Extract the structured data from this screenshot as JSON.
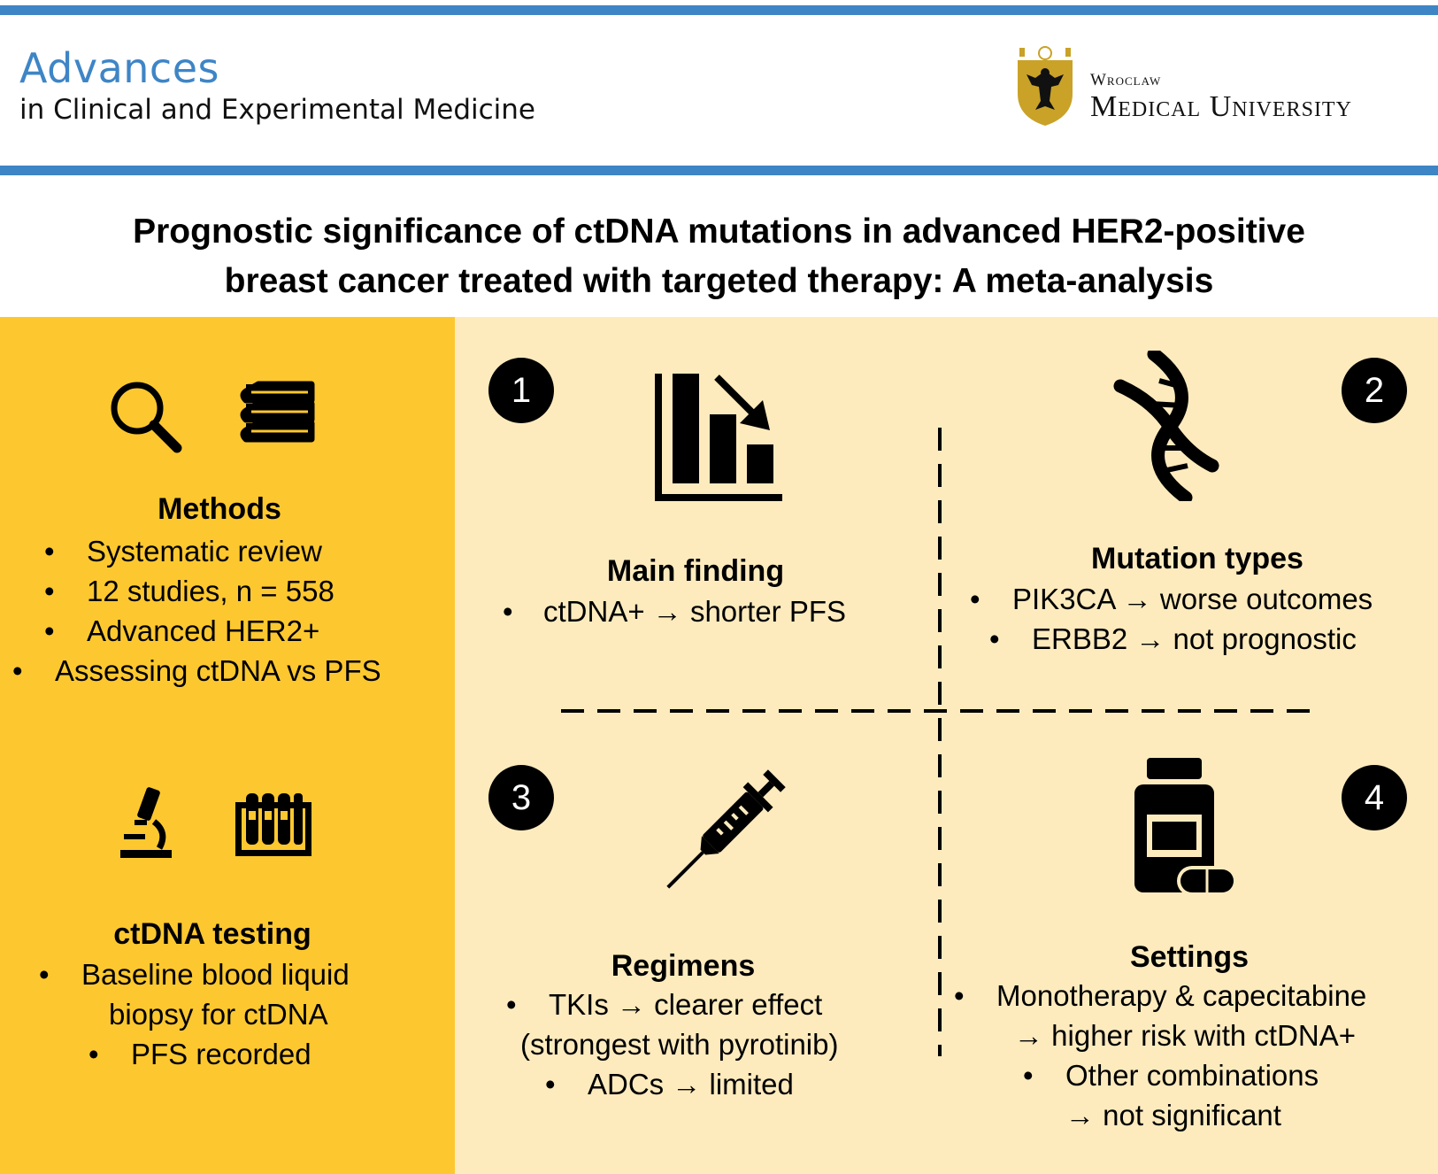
{
  "header": {
    "journal_name": "Advances",
    "journal_subtitle": "in Clinical and Experimental Medicine",
    "university_line1": "Wroclaw",
    "university_line2": "Medical University"
  },
  "title": {
    "line1": "Prognostic significance of ctDNA mutations in advanced HER2-positive",
    "line2": "breast cancer treated with targeted therapy: A meta-analysis"
  },
  "methods": {
    "heading": "Methods",
    "items": [
      "Systematic review",
      "12 studies, n = 558",
      "Advanced HER2+",
      "Assessing ctDNA vs PFS"
    ]
  },
  "testing": {
    "heading": "ctDNA testing",
    "items": [
      "Baseline blood liquid",
      "biopsy for ctDNA",
      "PFS recorded"
    ]
  },
  "q1": {
    "number": "1",
    "heading": "Main finding",
    "items": [
      "ctDNA+ → shorter PFS"
    ]
  },
  "q2": {
    "number": "2",
    "heading": "Mutation types",
    "items": [
      "PIK3CA → worse outcomes",
      "ERBB2 → not prognostic"
    ]
  },
  "q3": {
    "number": "3",
    "heading": "Regimens",
    "items": [
      "TKIs → clearer effect",
      "(strongest with pyrotinib)",
      "ADCs → limited"
    ]
  },
  "q4": {
    "number": "4",
    "heading": "Settings",
    "items": [
      "Monotherapy & capecitabine",
      "→ higher risk with ctDNA+",
      "Other combinations",
      "→ not significant"
    ]
  },
  "bullet": "•",
  "colors": {
    "accent_blue": "#3e85c6",
    "panel_left": "#fdc82f",
    "panel_right": "#fdebbe",
    "logo_gold": "#c9a227"
  },
  "icons": [
    "magnifier-icon",
    "books-icon",
    "microscope-icon",
    "test-tubes-icon",
    "bar-chart-down-icon",
    "dna-icon",
    "syringe-icon",
    "pill-bottle-icon",
    "university-crest-icon"
  ]
}
